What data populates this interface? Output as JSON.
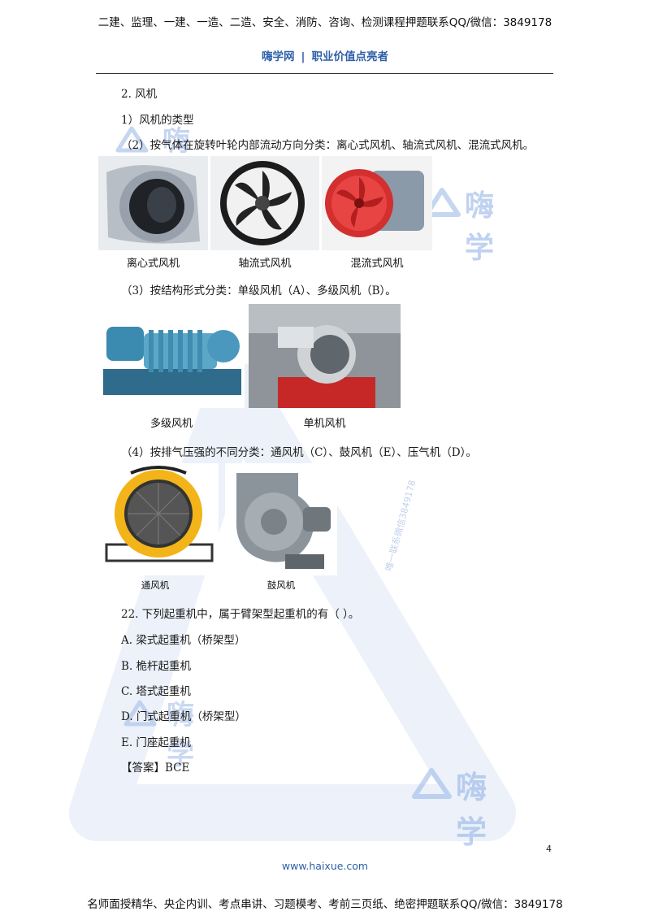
{
  "header": {
    "banner": "二建、监理、一建、一造、二造、安全、消防、咨询、检测课程押题联系QQ/微信：3849178",
    "brand_name": "嗨学网",
    "separator": "|",
    "slogan": "职业价值点亮者"
  },
  "content": {
    "section_title": "2.  风机",
    "sub1": "1）风机的类型",
    "sub2": "（2）按气体在旋转叶轮内部流动方向分类：离心式风机、轴流式风机、混流式风机。",
    "figure1_captions": [
      "离心式风机",
      "轴流式风机",
      "混流式风机"
    ],
    "sub3": "（3）按结构形式分类：单级风机（A）、多级风机（B）。",
    "figure2_captions": [
      "多级风机",
      "单机风机"
    ],
    "sub4": "（4）按排气压强的不同分类：通风机（C）、鼓风机（E）、压气机（D）。",
    "figure3_captions": [
      "通风机",
      "鼓风机"
    ],
    "question": "22.  下列起重机中，属于臂架型起重机的有（    ）。",
    "options": [
      "A.  梁式起重机（桥架型）",
      "B.  桅杆起重机",
      "C.  塔式起重机",
      "D.  门式起重机（桥架型）",
      "E.  门座起重机"
    ],
    "answer": "【答案】BCE"
  },
  "watermarks": {
    "logo_text": "嗨学",
    "vertical_text": "唯一联系微信3849178"
  },
  "footer": {
    "page_number": "4",
    "site": "www.haixue.com",
    "banner": "名师面授精华、央企内训、考点串讲、习题模考、考前三页纸、绝密押题联系QQ/微信：3849178"
  },
  "colors": {
    "brand_blue": "#2e5fa8",
    "watermark_blue": "#a9c0e6"
  }
}
